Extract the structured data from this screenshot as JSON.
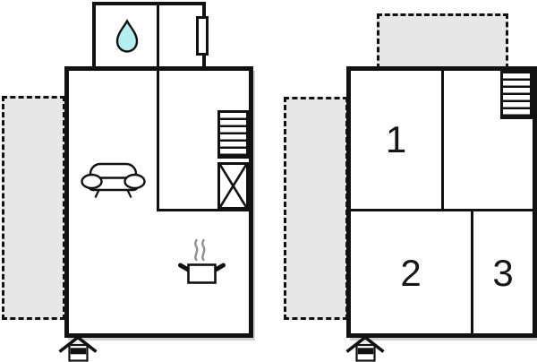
{
  "title": "vacation-home-floor-plan",
  "colors": {
    "wall": "#111111",
    "terrace_fill": "#e7e7e7",
    "water_drop_fill": "#b4eef1",
    "steam": "#8f8f8f",
    "background": "#ffffff"
  },
  "plans": {
    "ground": {
      "icons": [
        "water-drop",
        "window",
        "stairs",
        "crossed-storage",
        "sofa",
        "cooking-pot",
        "entrance-arrow"
      ],
      "terrace_count": 1
    },
    "upper": {
      "rooms": [
        {
          "label": "1"
        },
        {
          "label": "2"
        },
        {
          "label": "3"
        }
      ],
      "icons": [
        "stairs",
        "entrance-arrow"
      ],
      "terrace_count": 2
    }
  }
}
